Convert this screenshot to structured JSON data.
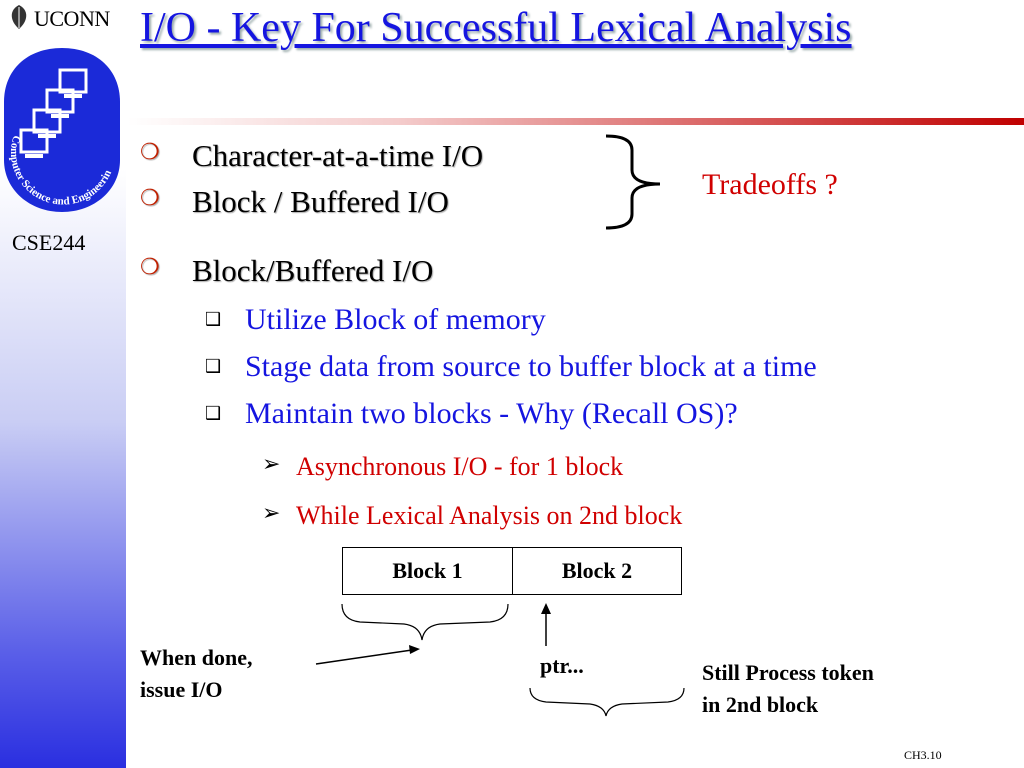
{
  "sidebar": {
    "brand": "UCONN",
    "logo_text": "Computer Science and Engineering",
    "course": "CSE244"
  },
  "slide": {
    "title": "I/O - Key For Successful Lexical Analysis",
    "bullets_top": [
      "Character-at-a-time I/O",
      "Block / Buffered I/O"
    ],
    "tradeoffs": "Tradeoffs ?",
    "bullet_main": "Block/Buffered I/O",
    "sub_bullets": [
      "Utilize Block of memory",
      "Stage data from source to buffer block at a time",
      "Maintain two blocks  -  Why (Recall OS)?"
    ],
    "subsub_bullets": [
      "Asynchronous I/O - for 1 block",
      "While Lexical Analysis on 2nd block"
    ],
    "diagram": {
      "blocks": [
        "Block 1",
        "Block 2"
      ],
      "when_done": [
        "When done,",
        "issue I/O"
      ],
      "ptr": "ptr...",
      "still_process": [
        "Still Process token",
        "in 2nd block"
      ]
    },
    "footer": "CH3.10"
  },
  "colors": {
    "title": "#1515e0",
    "accent_red": "#d00000",
    "sidebar_bottom": "#2a2fe0"
  },
  "icons": {
    "bullet_level1": "circle-bullet-icon",
    "bullet_level2": "square-bullet-icon",
    "bullet_level3": "arrow-bullet-icon"
  }
}
